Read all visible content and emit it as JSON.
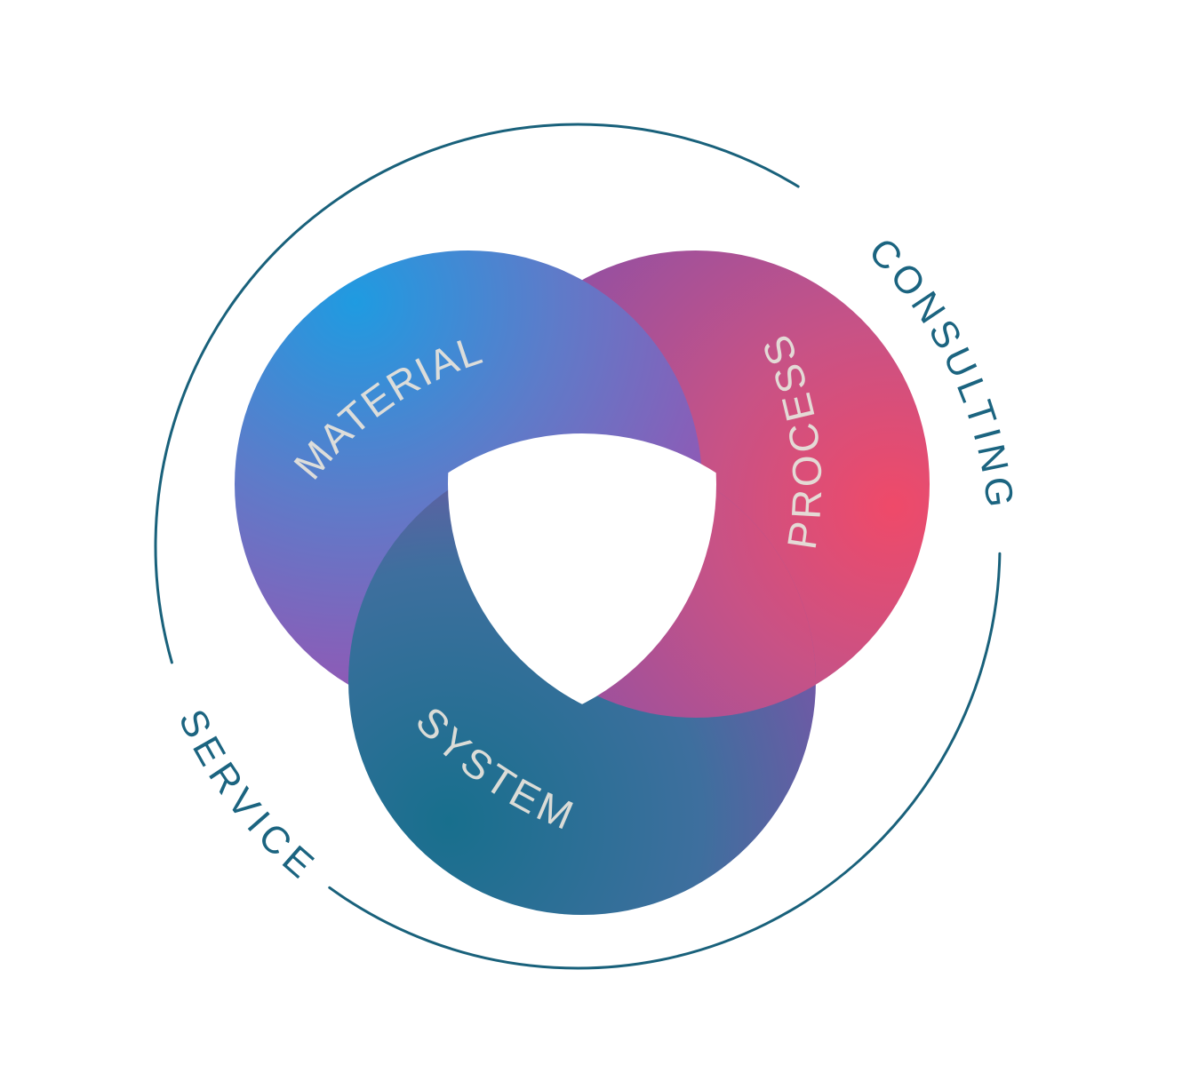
{
  "diagram": {
    "title": "consulting-service-knot-diagram",
    "segments": [
      {
        "id": "material",
        "label": "MATERIAL"
      },
      {
        "id": "process",
        "label": "PROCESS"
      },
      {
        "id": "system",
        "label": "SYSTEM"
      }
    ],
    "ring_captions": {
      "consulting": "CONSULTING",
      "service": "SERVICE"
    },
    "colors": {
      "background": "#FFFFFF",
      "center": "#FFFFFF",
      "ring": "#19617B",
      "ring_text": "#1B6480",
      "label_text": "#E5E2DB",
      "blue_start": "#1F9BE1",
      "blue_mid": "#5E7BC9",
      "blue_end": "#9C51B0",
      "pink_start": "#EF4A69",
      "pink_mid": "#C75286",
      "pink_end": "#8F50A4",
      "teal_start": "#186F8D",
      "teal_mid": "#3E6F9E",
      "teal_end": "#8052A8"
    }
  }
}
